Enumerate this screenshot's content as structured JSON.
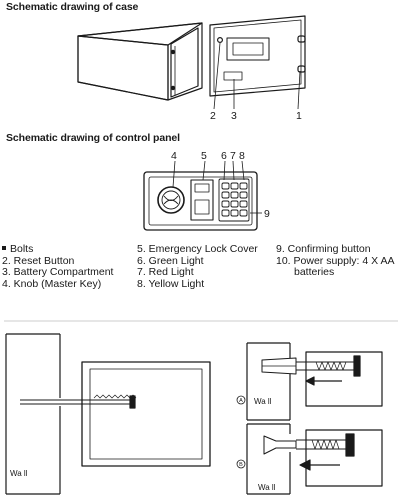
{
  "titles": {
    "case": "Schematic drawing of case",
    "panel": "Schematic drawing of control panel"
  },
  "case_callouts": [
    "2",
    "3",
    "1"
  ],
  "panel_callouts": [
    "4",
    "5",
    "6",
    "7",
    "8",
    "9"
  ],
  "legend": {
    "col1": [
      "Bolts",
      "2. Reset Button",
      "3. Battery Compartment",
      "4. Knob (Master Key)"
    ],
    "col2": [
      "5. Emergency Lock Cover",
      "6. Green Light",
      "7. Red Light",
      "8. Yellow Light"
    ],
    "col3": [
      "9. Confirming button",
      "10. Power supply: 4 X AA",
      "batteries"
    ]
  },
  "wall_labels": [
    "Wa ll",
    "Wa ll",
    "Wa ll"
  ],
  "fig_markers": [
    "A",
    "B"
  ]
}
